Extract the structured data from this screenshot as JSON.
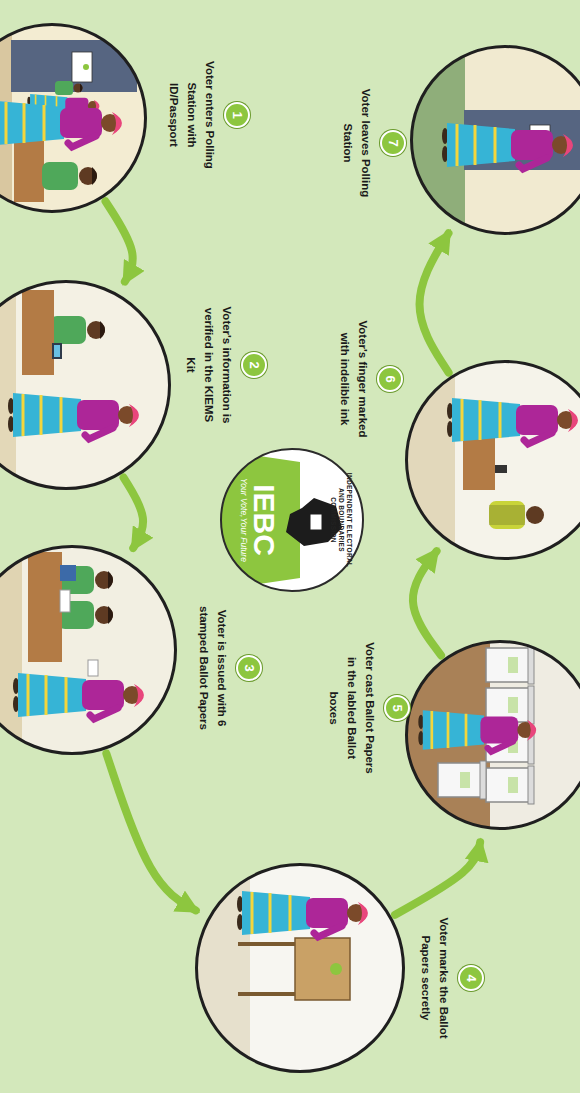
{
  "diagram": {
    "nodes": [
      {
        "text": [
          "1",
          "Voter enters Polling Station with ID/Passport"
        ]
      },
      {
        "text": [
          "2",
          "Voter's information is verified in the KIEMS Kit"
        ]
      },
      {
        "text": [
          "3",
          "Voter is issued with 6 stamped Ballot Papers"
        ]
      },
      {
        "text": [
          "4",
          "Voter marks the Ballot Papers secretly"
        ]
      },
      {
        "text": [
          "5",
          "Voter cast Ballot Papers in the labled Ballot boxes"
        ]
      },
      {
        "text": [
          "6",
          "Voter's finger marked with indelible ink"
        ]
      },
      {
        "text": [
          "7",
          "Voter leaves Polling Station"
        ]
      },
      {
        "text": [
          "IEBC",
          "Your Vote,Your Future",
          "INDEPENDENT ELECTORAL AND BOUNDARIES COMMISSION"
        ]
      }
    ],
    "edges": [
      {
        "from": 0,
        "to": 1,
        "arrow": "to"
      },
      {
        "from": 1,
        "to": 2,
        "arrow": "to"
      },
      {
        "from": 2,
        "to": 3,
        "arrow": "to"
      },
      {
        "from": 3,
        "to": 4,
        "arrow": "to"
      },
      {
        "from": 4,
        "to": 5,
        "arrow": "to"
      },
      {
        "from": 5,
        "to": 6,
        "arrow": "to"
      }
    ]
  }
}
